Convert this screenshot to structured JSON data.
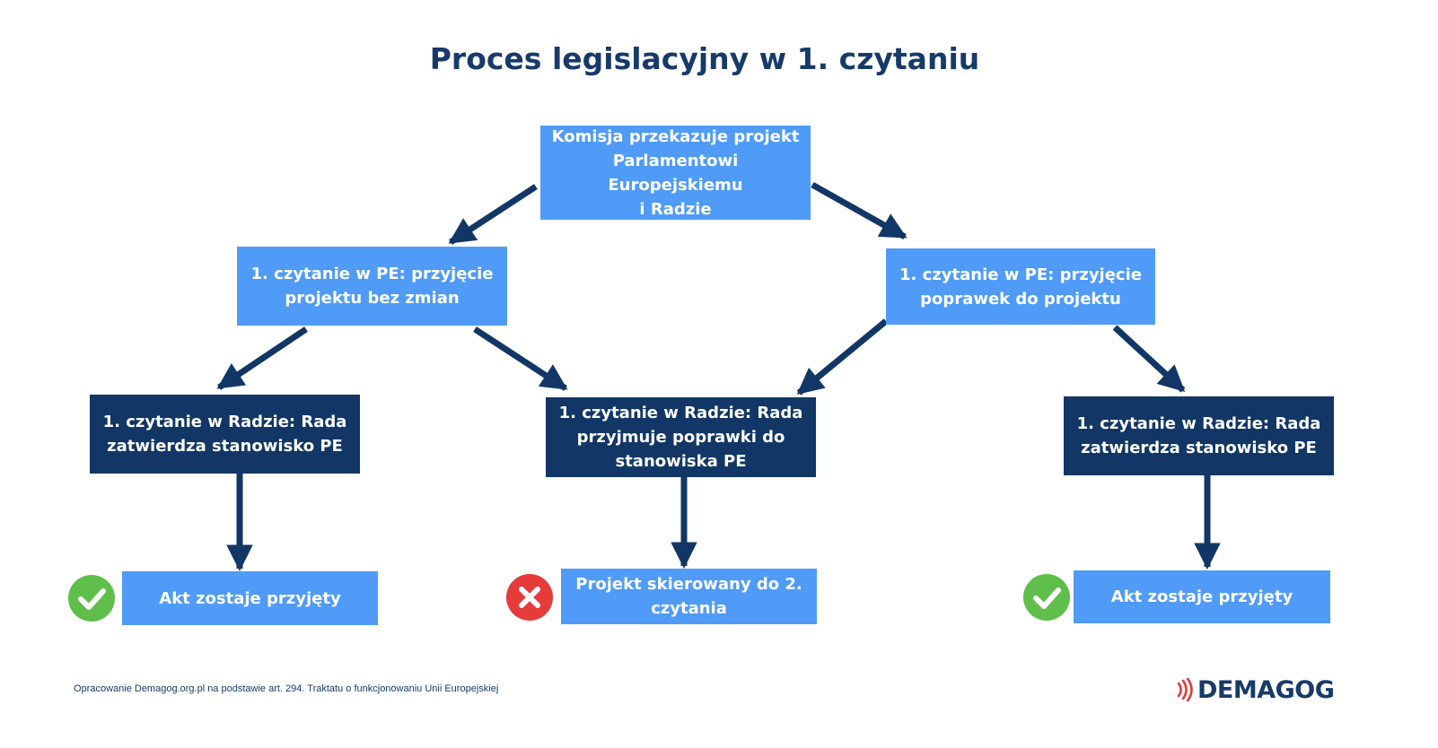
{
  "title": "Proces legislacyjny w 1. czytaniu",
  "nodes": {
    "commission": "Komisja przekazuje projekt\nParlamentowi Europejskiemu\ni Radzie",
    "pe_no_changes": "1. czytanie w PE: przyjęcie\nprojektu bez zmian",
    "pe_amendments": "1. czytanie w PE: przyjęcie\npoprawek do projektu",
    "council_left": "1. czytanie w Radzie: Rada\nzatwierdza stanowisko PE",
    "council_middle": "1. czytanie w Radzie: Rada\nprzyjmuje poprawki do\nstanowiska PE",
    "council_right": "1. czytanie w Radzie: Rada\nzatwierdza stanowisko PE",
    "result_left": "Akt zostaje przyjęty",
    "result_middle": "Projekt skierowany do 2.\nczytania",
    "result_right": "Akt zostaje przyjęty"
  },
  "icons": {
    "left": "check-icon",
    "middle": "cross-icon",
    "right": "check-icon"
  },
  "footer": "Opracowanie Demagog.org.pl na podstawie art. 294. Traktatu o funkcjonowaniu Unii Europejskiej",
  "logo": "DEMAGOG",
  "colors": {
    "light_box": "#4f9bf7",
    "dark_box": "#123766",
    "arrow": "#123766",
    "title": "#173a6a",
    "check": "#5fbf4a",
    "cross": "#e63b3b",
    "logo_accent": "#e63b3b"
  }
}
